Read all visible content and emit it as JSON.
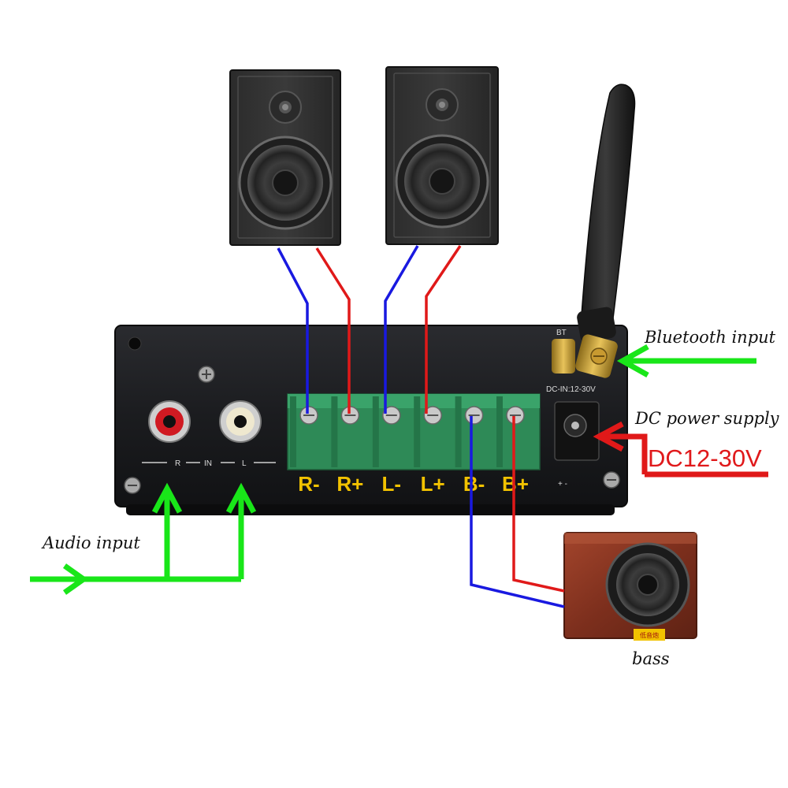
{
  "labels": {
    "bluetooth_input": "Bluetooth input",
    "dc_power_supply": "DC power supply",
    "dc_voltage": "DC12-30V",
    "audio_input": "Audio input",
    "bass": "bass"
  },
  "panel_text": {
    "bt": "BT",
    "dc_in": "DC-IN:12-30V",
    "in_r": "R",
    "in": "IN",
    "in_l": "L",
    "dc_symbol": "+ -",
    "sub_badge": "低音炮"
  },
  "terminals": [
    "R-",
    "R+",
    "L-",
    "L+",
    "B-",
    "B+"
  ],
  "colors": {
    "arrow_green": "#19e619",
    "wire_red": "#e01919",
    "wire_blue": "#1919e0",
    "terminal_green": "#3aa36a",
    "terminal_label": "#f2c200",
    "chassis": "#1e1f22",
    "dc_label": "#e0191b"
  }
}
